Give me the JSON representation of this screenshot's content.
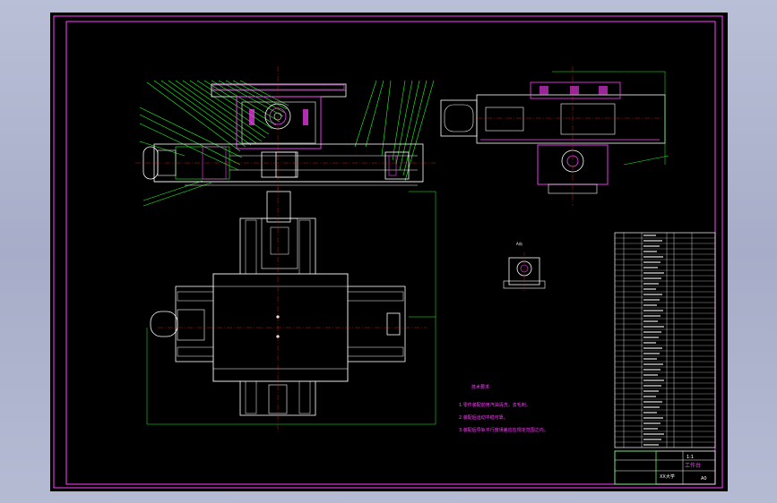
{
  "drawing": {
    "background": "#000000",
    "frame_color": "#ff40ff",
    "line_color": "#ffffff",
    "centerline_color": "#ff2020",
    "leader_color": "#22ff22",
    "dimension_color": "#22ff22"
  },
  "notes": {
    "heading": "技术要求",
    "lines": [
      "1.零件装配前用汽油清洗，去毛刺。",
      "2.装配后运动平稳可靠。",
      "3.装配后导轨平行度误差应在规定范围之内。"
    ]
  },
  "detail_label": "A向",
  "title_block": {
    "drawing_title": "工作台",
    "school": "XX大学",
    "ratio": "1:1",
    "sheet": "A0"
  },
  "bom_rows": 40
}
